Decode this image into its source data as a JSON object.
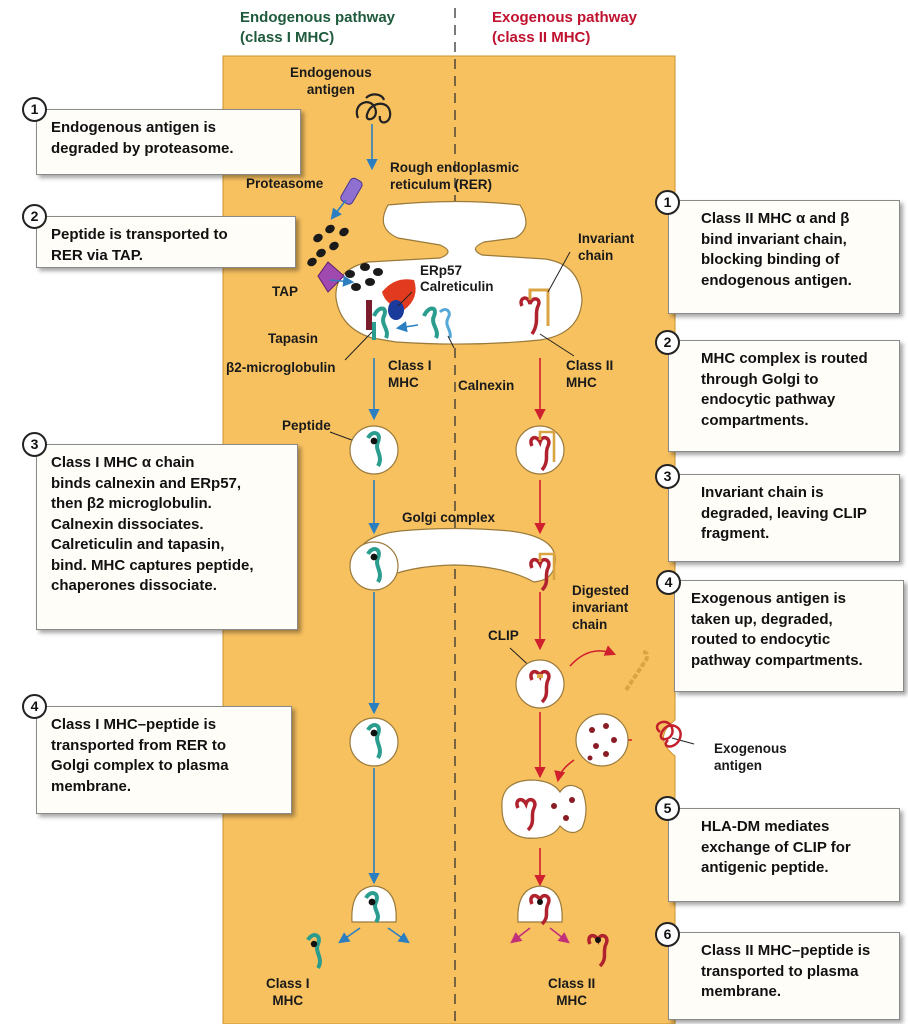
{
  "headers": {
    "endogenous": "Endogenous pathway\n(class I MHC)",
    "exogenous": "Exogenous pathway\n(class II MHC)"
  },
  "labels": {
    "endogenous_antigen": "Endogenous\nantigen",
    "proteasome": "Proteasome",
    "rer": "Rough endoplasmic\nreticulum (RER)",
    "tap": "TAP",
    "erp57": "ERp57",
    "calreticulin": "Calreticulin",
    "tapasin": "Tapasin",
    "b2m": "β2-microglobulin",
    "class1_rer": "Class I\nMHC",
    "calnexin": "Calnexin",
    "class2_rer": "Class II\nMHC",
    "invariant_chain": "Invariant\nchain",
    "peptide": "Peptide",
    "golgi": "Golgi complex",
    "digested_invariant": "Digested\ninvariant\nchain",
    "clip": "CLIP",
    "exogenous_antigen": "Exogenous\nantigen",
    "class1_surface": "Class I\nMHC",
    "class2_surface": "Class II\nMHC"
  },
  "left_steps": [
    {
      "num": "1",
      "text": "Endogenous antigen is\ndegraded by proteasome."
    },
    {
      "num": "2",
      "text": "Peptide is transported to\nRER via TAP."
    },
    {
      "num": "3",
      "text": "Class I MHC α chain\nbinds calnexin and ERp57,\nthen β2 microglobulin.\nCalnexin dissociates.\nCalreticulin and tapasin,\nbind. MHC captures peptide,\nchaperones dissociate."
    },
    {
      "num": "4",
      "text": "Class I MHC–peptide is\ntransported from RER to\nGolgi complex to plasma\nmembrane."
    }
  ],
  "right_steps": [
    {
      "num": "1",
      "text": "Class II MHC α and β\nbind invariant chain,\nblocking binding of\nendogenous antigen."
    },
    {
      "num": "2",
      "text": "MHC complex is routed\nthrough Golgi to\nendocytic pathway\ncompartments."
    },
    {
      "num": "3",
      "text": "Invariant chain is\ndegraded, leaving CLIP\nfragment."
    },
    {
      "num": "4",
      "text": "Exogenous antigen is\ntaken up, degraded,\nrouted to endocytic\npathway compartments."
    },
    {
      "num": "5",
      "text": "HLA-DM mediates\nexchange of CLIP for\nantigenic peptide."
    },
    {
      "num": "6",
      "text": "Class II MHC–peptide is\ntransported to plasma\nmembrane."
    }
  ],
  "colors": {
    "cytoplasm": "#f7c160",
    "class1_mhc": "#2a9d8f",
    "class2_mhc": "#b0232e",
    "endo_arrow": "#2b7fc1",
    "exo_arrow": "#d0202e",
    "invariant": "#d9a441",
    "proteasome": "#8f6fd0",
    "erp57": "#e23a1e",
    "calreticulin": "#1a3a9c"
  }
}
